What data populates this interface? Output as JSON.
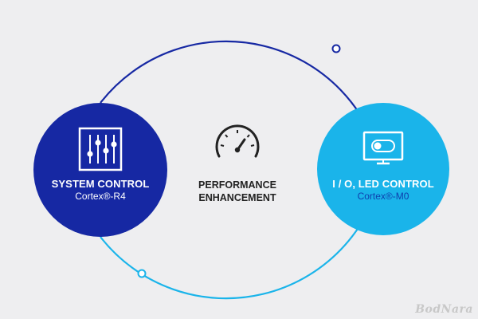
{
  "colors": {
    "background": "#eeeef0",
    "system_control_fill": "#1628a3",
    "io_control_fill": "#1ab4ea",
    "top_arc": "#1628a3",
    "bottom_arc": "#1ab4ea",
    "io_subtitle": "#0e3fae"
  },
  "nodes": {
    "system": {
      "icon": "sliders-icon",
      "title": "SYSTEM CONTROL",
      "subtitle": "Cortex®-R4"
    },
    "io": {
      "icon": "monitor-toggle-icon",
      "title": "I / O, LED CONTROL",
      "subtitle": "Cortex®-M0"
    }
  },
  "center": {
    "icon": "speedometer-icon",
    "line1": "PERFORMANCE",
    "line2": "ENHANCEMENT"
  },
  "watermark": "BodNara"
}
